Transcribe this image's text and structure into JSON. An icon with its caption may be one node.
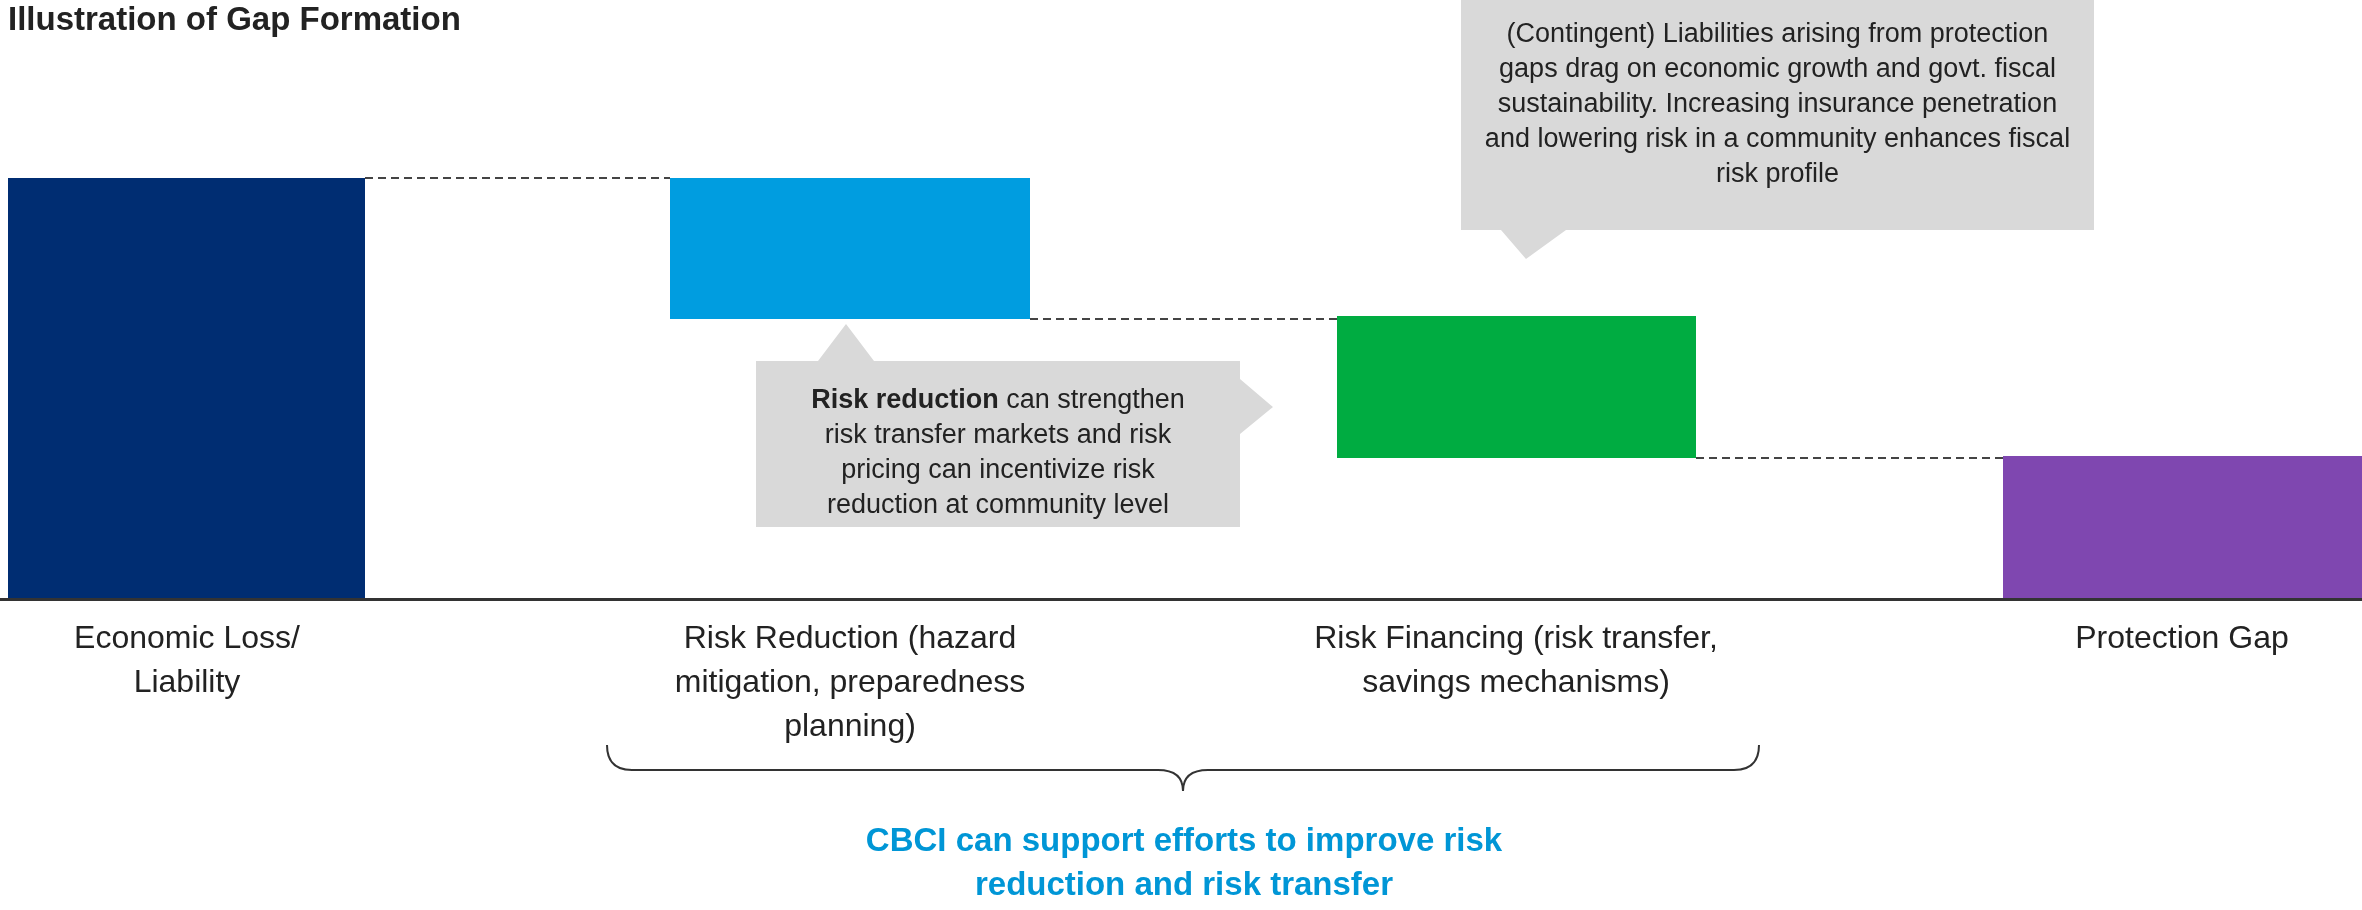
{
  "diagram": {
    "title": "Illustration of Gap Formation",
    "nodes": [
      {
        "text": [],
        "shape": "bar"
      },
      {
        "text": [],
        "shape": "bar"
      },
      {
        "text": [
          "**Risk reduction** can strengthen risk transfer markets and risk pricing can incentivize risk reduction at community level"
        ]
      },
      {
        "text": [],
        "shape": "bar"
      },
      {
        "text": [
          "(Contingent) Liabilities arising from protection gaps drag on economic growth and govt. fiscal sustainability. Increasing insurance penetration and lowering risk in a community enhances fiscal risk profile"
        ]
      },
      {
        "text": [],
        "shape": "bar"
      }
    ],
    "edges": [
      {
        "from": 0,
        "to": 1,
        "arrow": "none",
        "style": "dashed"
      },
      {
        "from": 1,
        "to": 3,
        "arrow": "none",
        "style": "dashed"
      },
      {
        "from": 3,
        "to": 5,
        "arrow": "none",
        "style": "dashed"
      }
    ],
    "labels": [
      "Economic Loss/ Liability",
      "Risk Reduction (hazard mitigation, preparedness planning)",
      "Risk Financing (risk transfer, savings mechanisms)",
      "Protection Gap",
      "CBCI can support efforts to improve risk reduction and risk transfer"
    ]
  }
}
